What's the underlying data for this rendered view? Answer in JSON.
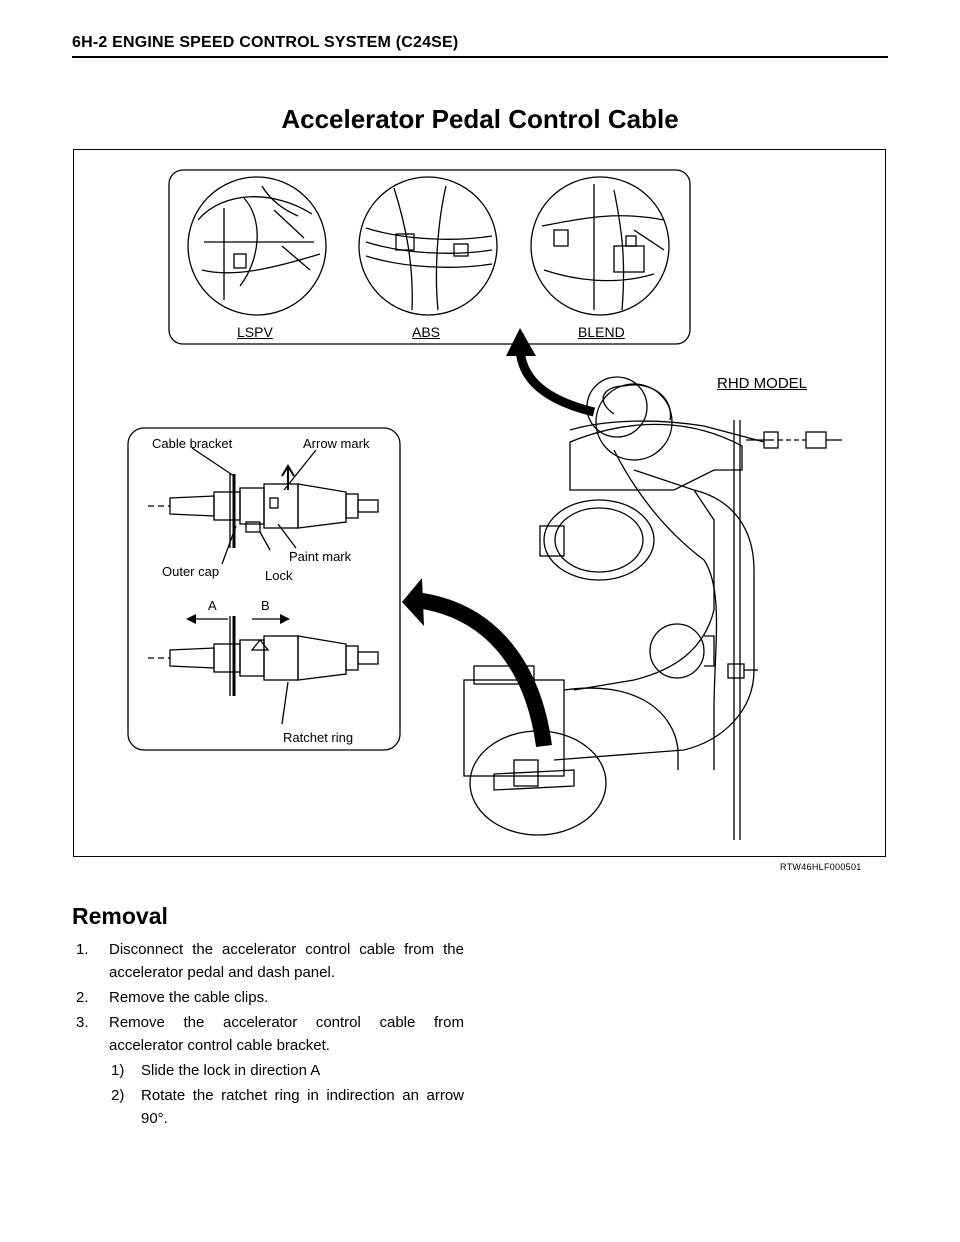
{
  "header": {
    "text": "6H-2  ENGINE SPEED CONTROL SYSTEM (C24SE)"
  },
  "title": "Accelerator Pedal Control Cable",
  "figure": {
    "labels": {
      "lspv": "LSPV",
      "abs": "ABS",
      "blend": "BLEND",
      "rhd_model": "RHD MODEL",
      "cable_bracket": "Cable bracket",
      "arrow_mark": "Arrow mark",
      "paint_mark": "Paint mark",
      "outer_cap": "Outer cap",
      "lock": "Lock",
      "a": "A",
      "b": "B",
      "ratchet_ring": "Ratchet ring"
    },
    "id": "RTW46HLF000501"
  },
  "section": {
    "heading": "Removal",
    "steps": [
      {
        "num": "1.",
        "text": "Disconnect the accelerator control cable from the accelerator pedal and dash panel."
      },
      {
        "num": "2.",
        "text": "Remove the cable clips."
      },
      {
        "num": "3.",
        "text": "Remove the accelerator control cable from accelerator control cable bracket."
      }
    ],
    "substeps": [
      {
        "num": "1)",
        "text": "Slide the lock in direction A"
      },
      {
        "num": "2)",
        "text": "Rotate the ratchet ring in indirection an arrow 90°."
      }
    ]
  }
}
